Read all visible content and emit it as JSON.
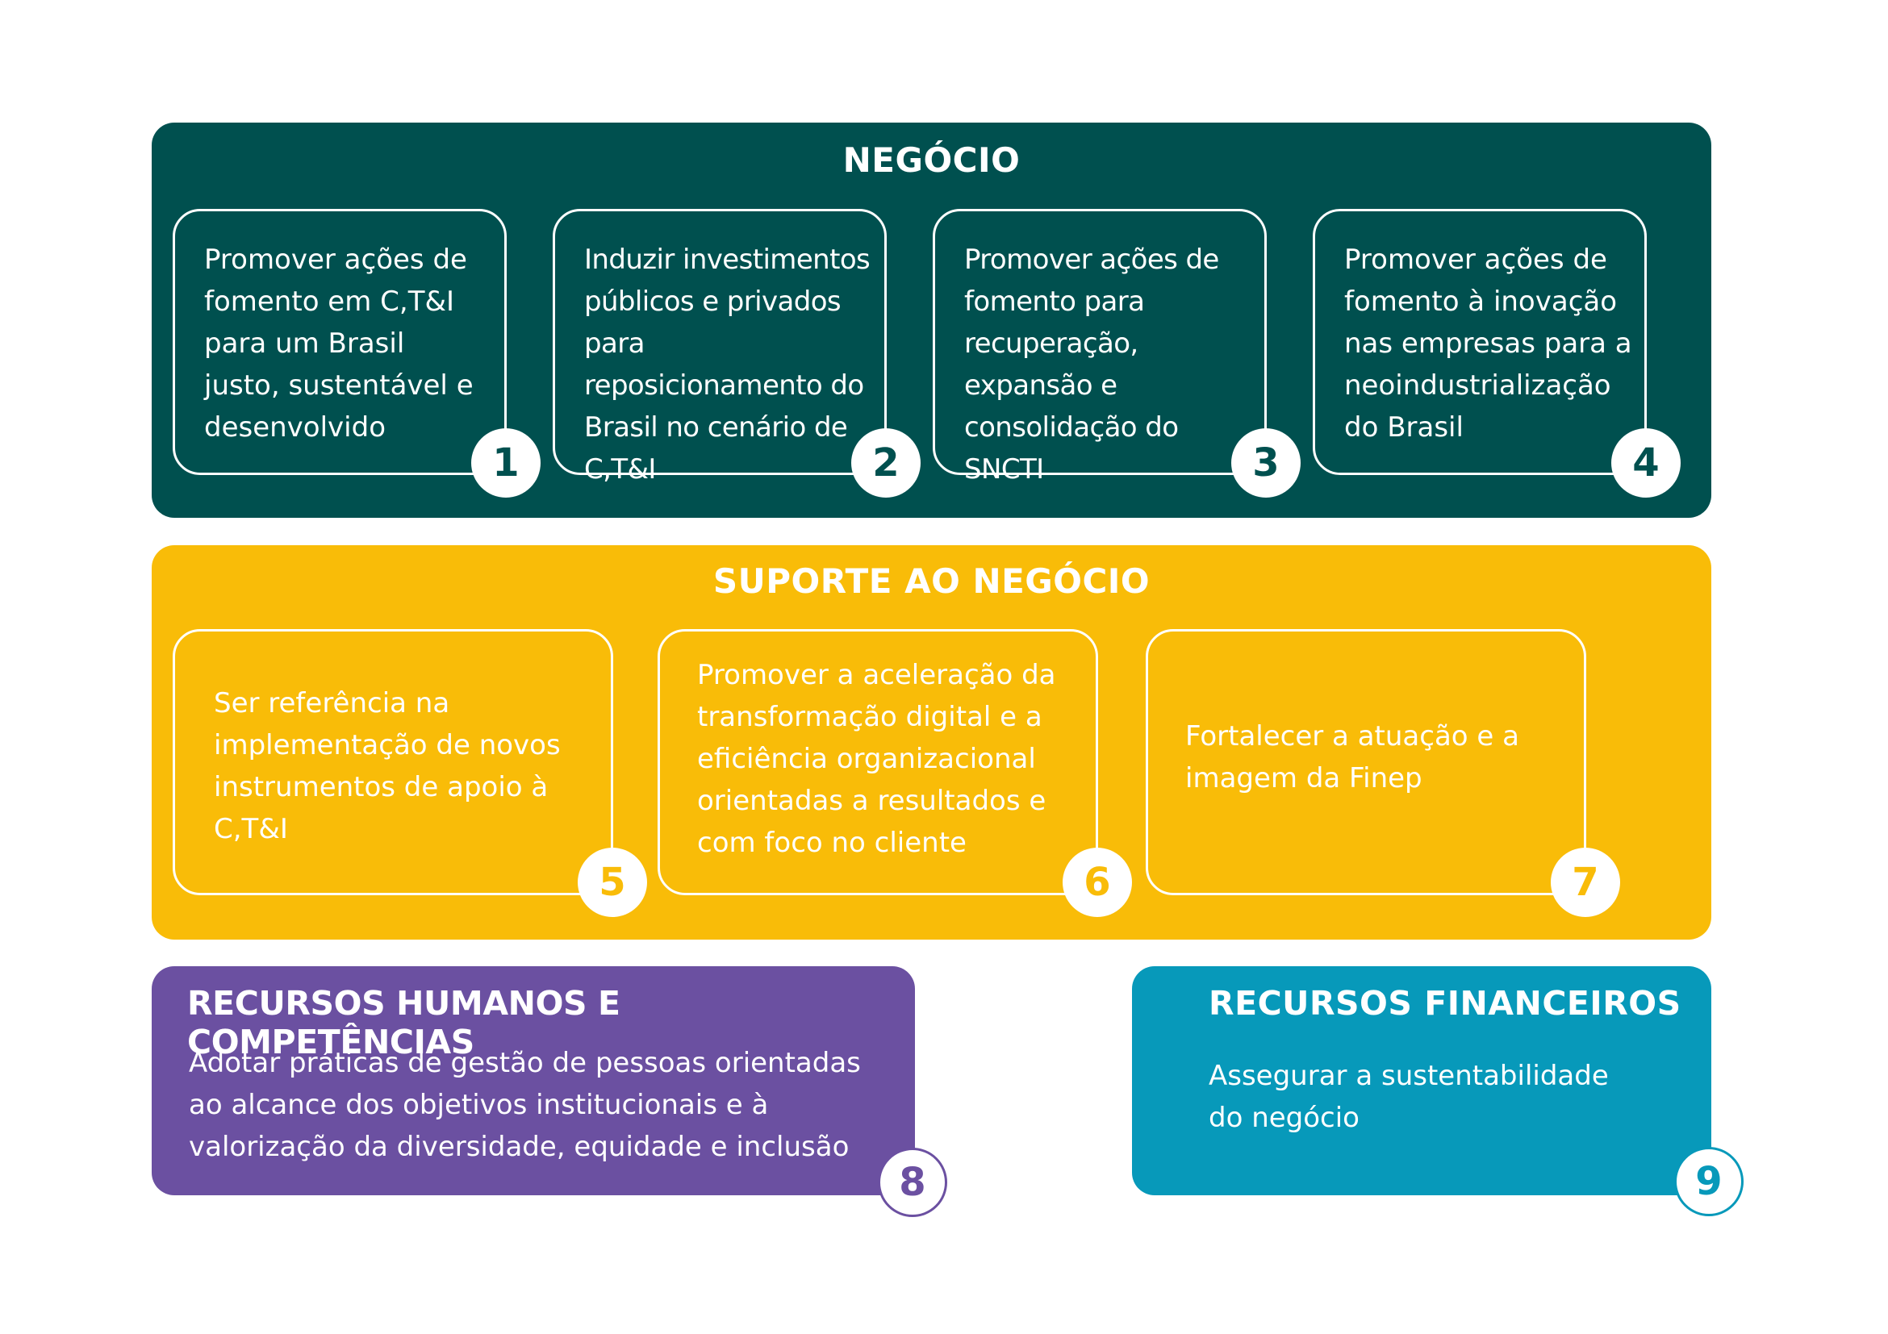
{
  "colors": {
    "negocio": "#00504f",
    "suporte": "#f9bc08",
    "recursos_humanos": "#6b50a1",
    "recursos_financeiros": "#0799ba"
  },
  "negocio": {
    "title": "NEGÓCIO",
    "items": [
      {
        "number": "1",
        "text": "Promover ações de fomento em C,T&I para um Brasil justo, sustentável e desenvolvido"
      },
      {
        "number": "2",
        "text": "Induzir investimentos públicos e privados para reposicionamento do Brasil no cenário de C,T&I"
      },
      {
        "number": "3",
        "text": "Promover ações de fomento para recuperação, expansão e consolidação do SNCTI"
      },
      {
        "number": "4",
        "text": "Promover ações de fomento à inovação nas empresas para a neoindustrialização do Brasil"
      }
    ]
  },
  "suporte": {
    "title": "SUPORTE AO NEGÓCIO",
    "items": [
      {
        "number": "5",
        "text": "Ser referência na implementação de novos instrumentos de apoio à C,T&I"
      },
      {
        "number": "6",
        "text": "Promover a aceleração da transformação digital e a eficiência organizacional orientadas a resultados e com foco no cliente"
      },
      {
        "number": "7",
        "text": "Fortalecer a atuação e a imagem da Finep"
      }
    ]
  },
  "recursos_humanos": {
    "title": "RECURSOS HUMANOS E COMPETÊNCIAS",
    "number": "8",
    "text": "Adotar práticas de gestão de pessoas orientadas ao alcance dos objetivos institucionais e à valorização da diversidade, equidade e inclusão"
  },
  "recursos_financeiros": {
    "title": "RECURSOS FINANCEIROS",
    "number": "9",
    "text": "Assegurar a sustentabilidade do negócio"
  }
}
